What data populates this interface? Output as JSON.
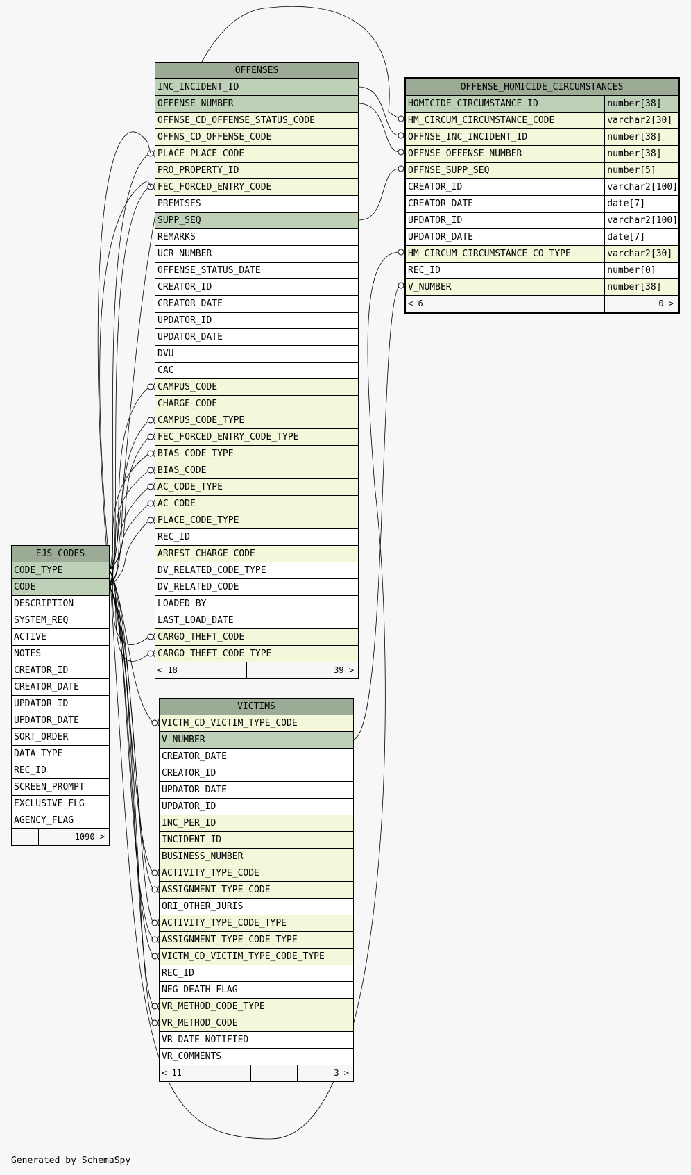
{
  "footer_text": "Generated by SchemaSpy",
  "colors": {
    "header": "#9bab96",
    "primary_key": "#bed1b8",
    "foreign_key": "#f4f7da",
    "plain": "#ffffff",
    "background": "#f7f7f7"
  },
  "tables": {
    "offenses": {
      "title": "OFFENSES",
      "columns": [
        {
          "name": "INC_INCIDENT_ID",
          "kind": "pk"
        },
        {
          "name": "OFFENSE_NUMBER",
          "kind": "pk"
        },
        {
          "name": "OFFNSE_CD_OFFENSE_STATUS_CODE",
          "kind": "fk"
        },
        {
          "name": "OFFNS_CD_OFFENSE_CODE",
          "kind": "fk"
        },
        {
          "name": "PLACE_PLACE_CODE",
          "kind": "fk"
        },
        {
          "name": "PRO_PROPERTY_ID",
          "kind": "fk"
        },
        {
          "name": "FEC_FORCED_ENTRY_CODE",
          "kind": "fk"
        },
        {
          "name": "PREMISES",
          "kind": "plain"
        },
        {
          "name": "SUPP_SEQ",
          "kind": "pk"
        },
        {
          "name": "REMARKS",
          "kind": "plain"
        },
        {
          "name": "UCR_NUMBER",
          "kind": "plain"
        },
        {
          "name": "OFFENSE_STATUS_DATE",
          "kind": "plain"
        },
        {
          "name": "CREATOR_ID",
          "kind": "plain"
        },
        {
          "name": "CREATOR_DATE",
          "kind": "plain"
        },
        {
          "name": "UPDATOR_ID",
          "kind": "plain"
        },
        {
          "name": "UPDATOR_DATE",
          "kind": "plain"
        },
        {
          "name": "DVU",
          "kind": "plain"
        },
        {
          "name": "CAC",
          "kind": "plain"
        },
        {
          "name": "CAMPUS_CODE",
          "kind": "fk"
        },
        {
          "name": "CHARGE_CODE",
          "kind": "fk"
        },
        {
          "name": "CAMPUS_CODE_TYPE",
          "kind": "fk"
        },
        {
          "name": "FEC_FORCED_ENTRY_CODE_TYPE",
          "kind": "fk"
        },
        {
          "name": "BIAS_CODE_TYPE",
          "kind": "fk"
        },
        {
          "name": "BIAS_CODE",
          "kind": "fk"
        },
        {
          "name": "AC_CODE_TYPE",
          "kind": "fk"
        },
        {
          "name": "AC_CODE",
          "kind": "fk"
        },
        {
          "name": "PLACE_CODE_TYPE",
          "kind": "fk"
        },
        {
          "name": "REC_ID",
          "kind": "plain"
        },
        {
          "name": "ARREST_CHARGE_CODE",
          "kind": "fk"
        },
        {
          "name": "DV_RELATED_CODE_TYPE",
          "kind": "plain"
        },
        {
          "name": "DV_RELATED_CODE",
          "kind": "plain"
        },
        {
          "name": "LOADED_BY",
          "kind": "plain"
        },
        {
          "name": "LAST_LOAD_DATE",
          "kind": "plain"
        },
        {
          "name": "CARGO_THEFT_CODE",
          "kind": "fk"
        },
        {
          "name": "CARGO_THEFT_CODE_TYPE",
          "kind": "fk"
        }
      ],
      "footer": {
        "left": "< 18",
        "right": "39 >"
      }
    },
    "homicide": {
      "title": "OFFENSE_HOMICIDE_CIRCUMSTANCES",
      "columns": [
        {
          "name": "HOMICIDE_CIRCUMSTANCE_ID",
          "type": "number[38]",
          "kind": "pk"
        },
        {
          "name": "HM_CIRCUM_CIRCUMSTANCE_CODE",
          "type": "varchar2[30]",
          "kind": "fk"
        },
        {
          "name": "OFFNSE_INC_INCIDENT_ID",
          "type": "number[38]",
          "kind": "fk"
        },
        {
          "name": "OFFNSE_OFFENSE_NUMBER",
          "type": "number[38]",
          "kind": "fk"
        },
        {
          "name": "OFFNSE_SUPP_SEQ",
          "type": "number[5]",
          "kind": "fk"
        },
        {
          "name": "CREATOR_ID",
          "type": "varchar2[100]",
          "kind": "plain"
        },
        {
          "name": "CREATOR_DATE",
          "type": "date[7]",
          "kind": "plain"
        },
        {
          "name": "UPDATOR_ID",
          "type": "varchar2[100]",
          "kind": "plain"
        },
        {
          "name": "UPDATOR_DATE",
          "type": "date[7]",
          "kind": "plain"
        },
        {
          "name": "HM_CIRCUM_CIRCUMSTANCE_CO_TYPE",
          "type": "varchar2[30]",
          "kind": "fk"
        },
        {
          "name": "REC_ID",
          "type": "number[0]",
          "kind": "plain"
        },
        {
          "name": "V_NUMBER",
          "type": "number[38]",
          "kind": "fk"
        }
      ],
      "footer": {
        "left": "< 6",
        "right": "0 >"
      }
    },
    "ejs_codes": {
      "title": "EJS_CODES",
      "columns": [
        {
          "name": "CODE_TYPE",
          "kind": "pk"
        },
        {
          "name": "CODE",
          "kind": "pk"
        },
        {
          "name": "DESCRIPTION",
          "kind": "plain"
        },
        {
          "name": "SYSTEM_REQ",
          "kind": "plain"
        },
        {
          "name": "ACTIVE",
          "kind": "plain"
        },
        {
          "name": "NOTES",
          "kind": "plain"
        },
        {
          "name": "CREATOR_ID",
          "kind": "plain"
        },
        {
          "name": "CREATOR_DATE",
          "kind": "plain"
        },
        {
          "name": "UPDATOR_ID",
          "kind": "plain"
        },
        {
          "name": "UPDATOR_DATE",
          "kind": "plain"
        },
        {
          "name": "SORT_ORDER",
          "kind": "plain"
        },
        {
          "name": "DATA_TYPE",
          "kind": "plain"
        },
        {
          "name": "REC_ID",
          "kind": "plain"
        },
        {
          "name": "SCREEN_PROMPT",
          "kind": "plain"
        },
        {
          "name": "EXCLUSIVE_FLG",
          "kind": "plain"
        },
        {
          "name": "AGENCY_FLAG",
          "kind": "plain"
        }
      ],
      "footer": {
        "left": "",
        "right": "1090 >"
      }
    },
    "victims": {
      "title": "VICTIMS",
      "columns": [
        {
          "name": "VICTM_CD_VICTIM_TYPE_CODE",
          "kind": "fk"
        },
        {
          "name": "V_NUMBER",
          "kind": "pk"
        },
        {
          "name": "CREATOR_DATE",
          "kind": "plain"
        },
        {
          "name": "CREATOR_ID",
          "kind": "plain"
        },
        {
          "name": "UPDATOR_DATE",
          "kind": "plain"
        },
        {
          "name": "UPDATOR_ID",
          "kind": "plain"
        },
        {
          "name": "INC_PER_ID",
          "kind": "fk"
        },
        {
          "name": "INCIDENT_ID",
          "kind": "fk"
        },
        {
          "name": "BUSINESS_NUMBER",
          "kind": "fk"
        },
        {
          "name": "ACTIVITY_TYPE_CODE",
          "kind": "fk"
        },
        {
          "name": "ASSIGNMENT_TYPE_CODE",
          "kind": "fk"
        },
        {
          "name": "ORI_OTHER_JURIS",
          "kind": "plain"
        },
        {
          "name": "ACTIVITY_TYPE_CODE_TYPE",
          "kind": "fk"
        },
        {
          "name": "ASSIGNMENT_TYPE_CODE_TYPE",
          "kind": "fk"
        },
        {
          "name": "VICTM_CD_VICTIM_TYPE_CODE_TYPE",
          "kind": "fk"
        },
        {
          "name": "REC_ID",
          "kind": "plain"
        },
        {
          "name": "NEG_DEATH_FLAG",
          "kind": "plain"
        },
        {
          "name": "VR_METHOD_CODE_TYPE",
          "kind": "fk"
        },
        {
          "name": "VR_METHOD_CODE",
          "kind": "fk"
        },
        {
          "name": "VR_DATE_NOTIFIED",
          "kind": "plain"
        },
        {
          "name": "VR_COMMENTS",
          "kind": "plain"
        }
      ],
      "footer": {
        "left": "< 11",
        "right": "3 >"
      }
    }
  }
}
